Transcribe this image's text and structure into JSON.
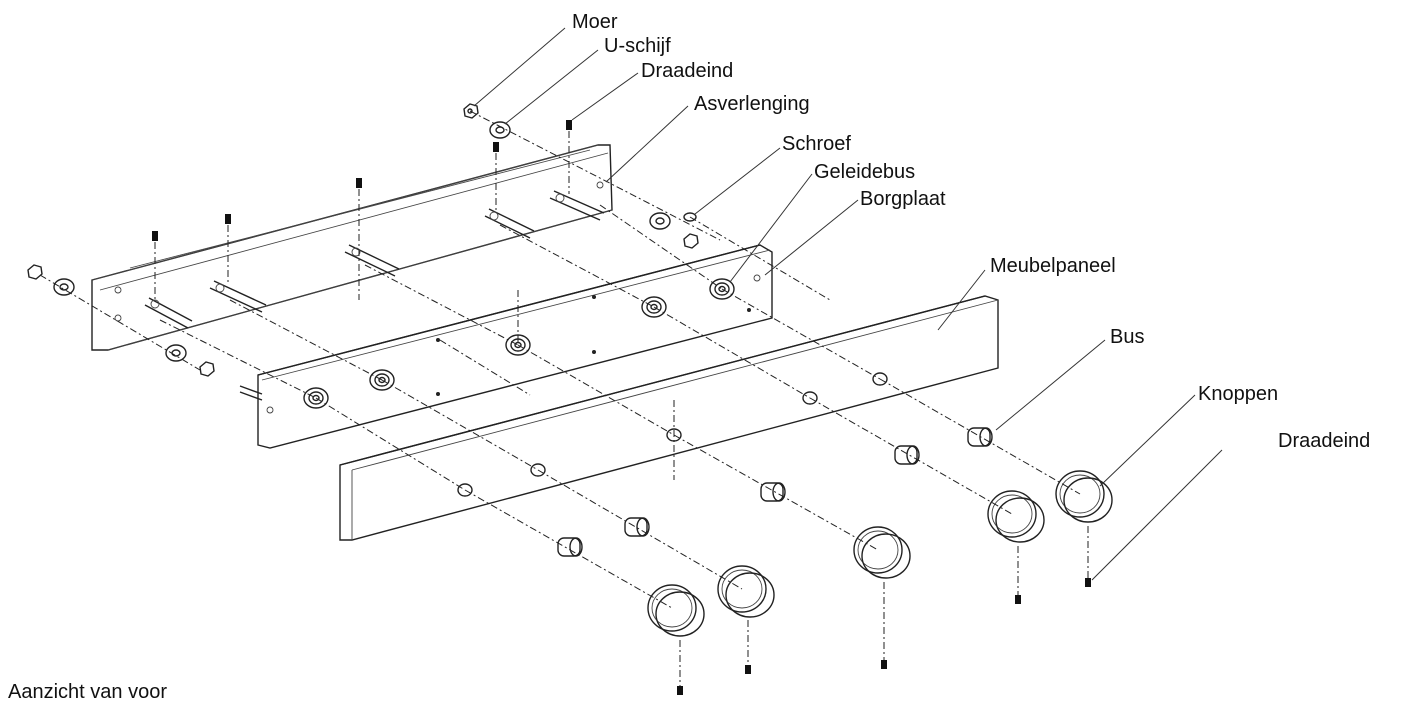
{
  "caption": "Aanzicht van voor",
  "labels": {
    "moer": "Moer",
    "u_schijf": "U-schijf",
    "draadeind_top": "Draadeind",
    "asverlenging": "Asverlenging",
    "schroef": "Schroef",
    "geleidebus": "Geleidebus",
    "borgplaat": "Borgplaat",
    "meubelpaneel": "Meubelpaneel",
    "bus": "Bus",
    "knoppen": "Knoppen",
    "draadeind_bottom": "Draadeind"
  },
  "colors": {
    "line": "#222222",
    "panel_fill": "#ffffff",
    "background": "#ffffff"
  }
}
